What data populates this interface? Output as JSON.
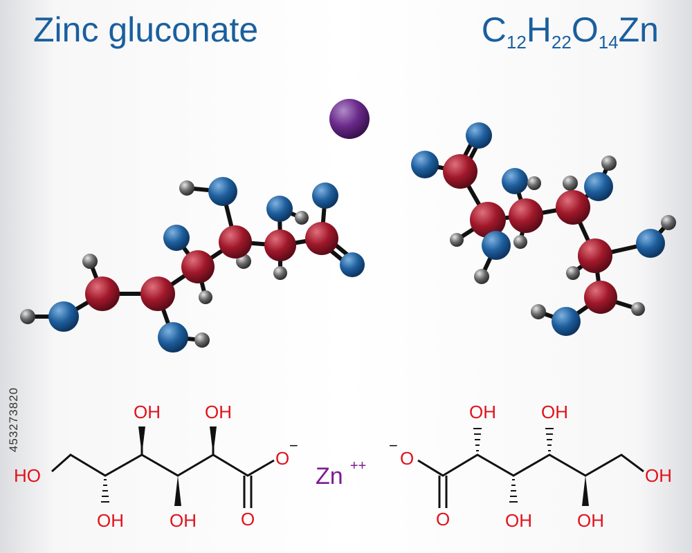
{
  "title": "Zinc gluconate",
  "formula": {
    "c": "C",
    "c_n": "12",
    "h": "H",
    "h_n": "22",
    "o": "O",
    "o_n": "14",
    "zn": "Zn"
  },
  "stock_id": "453273820",
  "colors": {
    "title": "#1a5f9e",
    "carbon": "#a0182a",
    "oxygen": "#1e5f9e",
    "hydrogen": "#555555",
    "zinc": "#6a2a8a",
    "hetero_label": "#e0121a",
    "zinc_label": "#7b1c8f"
  },
  "structure": {
    "zinc_label": "Zn",
    "zinc_charge": "++",
    "anion_charge": "−",
    "labels": {
      "oh": "OH",
      "ho": "HO",
      "o": "O"
    }
  }
}
